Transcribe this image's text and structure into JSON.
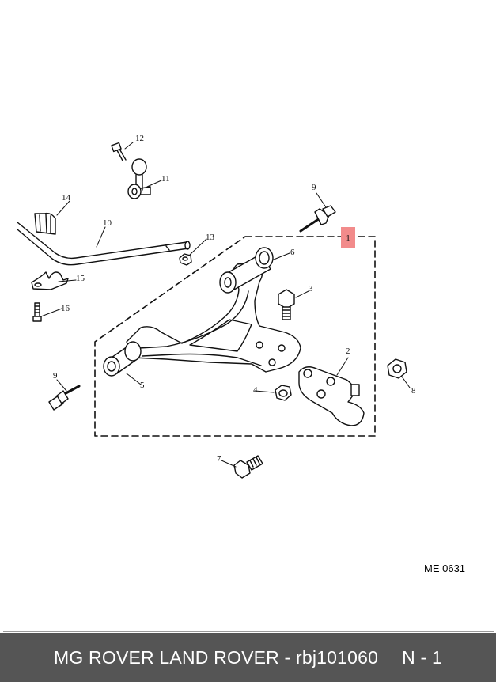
{
  "diagram": {
    "callouts": [
      "1",
      "2",
      "3",
      "4",
      "5",
      "6",
      "7",
      "8",
      "9",
      "10",
      "11",
      "12",
      "13",
      "14",
      "15",
      "16"
    ],
    "repeated_callout": "9",
    "highlight_color": "#f28b8b",
    "reference_code": "ME 0631",
    "icons": {
      "control_arm": "control-arm-icon",
      "bolt": "bolt-icon",
      "nut": "nut-icon",
      "bushing": "bushing-icon",
      "ball_joint": "ball-joint-icon",
      "anti_roll_bar": "anti-roll-bar-icon",
      "link": "drop-link-icon",
      "clamp": "clamp-icon",
      "rubber_mount": "rubber-mount-icon"
    }
  },
  "footer": {
    "brand": "MG ROVER LAND ROVER - rbj101060",
    "page": "N - 1",
    "background": "#555555",
    "text_color": "#ffffff"
  }
}
